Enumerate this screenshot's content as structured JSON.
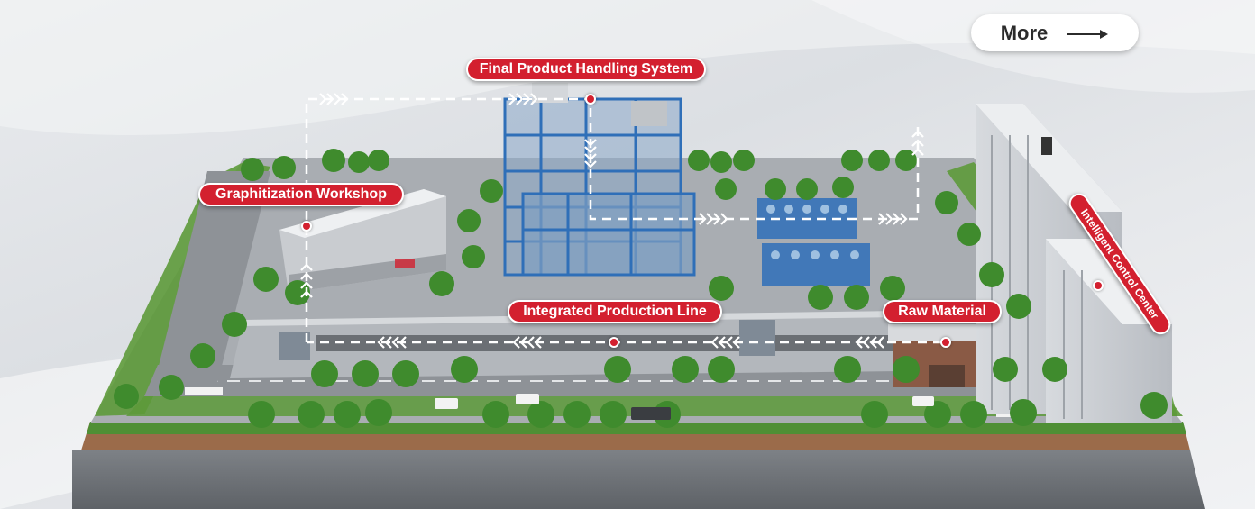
{
  "more_button": {
    "label": "More"
  },
  "labels": {
    "final_product": "Final Product Handling System",
    "graphitization": "Graphitization Workshop",
    "integrated_line": "Integrated Production Line",
    "raw_material": "Raw Material",
    "control_center": "Intelligent Control Center"
  },
  "colors": {
    "accent": "#d3202f",
    "building_blue": "#2f6fb8",
    "grass": "#5d9a3a",
    "road": "#8e9297"
  },
  "icons": {
    "more_arrow": "long-right-arrow-icon",
    "flow": "chevron-arrow-icon"
  }
}
